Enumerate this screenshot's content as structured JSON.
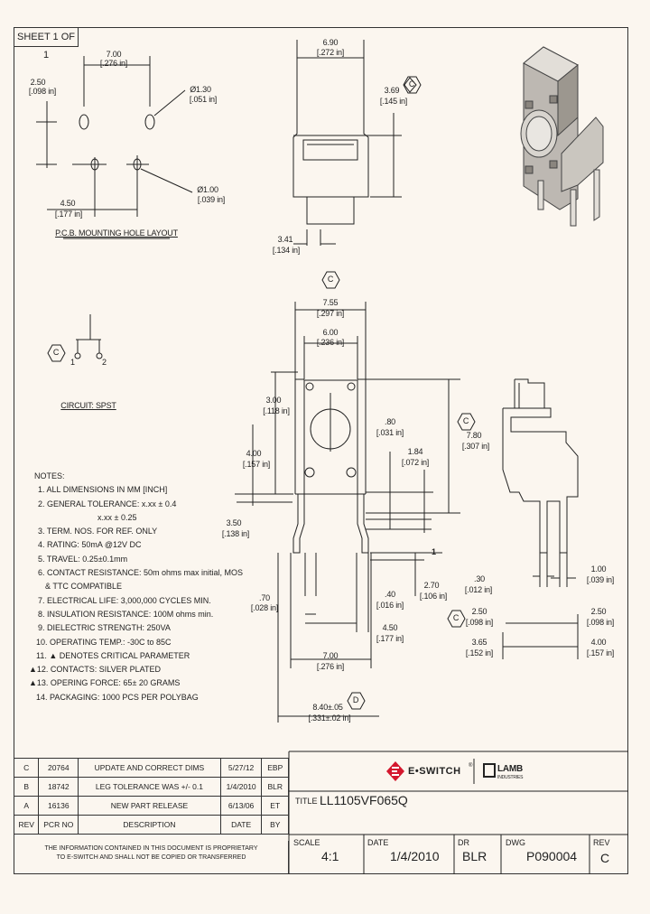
{
  "sheet": "SHEET 1 OF 1",
  "pcb": {
    "d700": "7.00",
    "d700i": "[.276 in]",
    "d250": "2.50",
    "d250i": "[.098 in]",
    "d130": "Ø1.30",
    "d130i": "[.051 in]",
    "d100": "Ø1.00",
    "d100i": "[.039 in]",
    "d450": "4.50",
    "d450i": "[.177 in]",
    "caption": "P.C.B. MOUNTING HOLE LAYOUT"
  },
  "side": {
    "d690": "6.90",
    "d690i": "[.272 in]",
    "d369": "3.69",
    "d369i": "[.145 in]",
    "d341": "3.41",
    "d341i": "[.134 in]"
  },
  "circuit": {
    "pin1": "1",
    "pin2": "2",
    "caption": "CIRCUIT: SPST"
  },
  "critical": "C",
  "datum_d": "D",
  "front": {
    "d755": "7.55",
    "d755i": "[.297 in]",
    "d600": "6.00",
    "d600i": "[.236 in]",
    "d300": "3.00",
    "d300i": "[.118 in]",
    "d400": "4.00",
    "d400i": "[.157 in]",
    "d350": "3.50",
    "d350i": "[.138 in]",
    "d080": ".80",
    "d080i": "[.031 in]",
    "d184": "1.84",
    "d184i": "[.072 in]",
    "d780": "7.80",
    "d780i": "[.307 in]",
    "d070": ".70",
    "d070i": "[.028 in]",
    "d040": ".40",
    "d040i": "[.016 in]",
    "d450": "4.50",
    "d450i": "[.177 in]",
    "d700": "7.00",
    "d700i": "[.276 in]",
    "d840": "8.40±.05",
    "d840i": "[.331±.02 in]",
    "d270": "2.70",
    "d270i": "[.106 in]",
    "one": "1"
  },
  "right": {
    "d030": ".30",
    "d030i": "[.012 in]",
    "d100": "1.00",
    "d100i": "[.039 in]",
    "d250a": "2.50",
    "d250ai": "[.098 in]",
    "d250b": "2.50",
    "d250bi": "[.098 in]",
    "d365": "3.65",
    "d365i": "[.152 in]",
    "d400": "4.00",
    "d400i": "[.157 in]"
  },
  "notes": [
    "NOTES:",
    "1. ALL DIMENSIONS IN MM [INCH]",
    "2. GENERAL TOLERANCE: x.xx ± 0.4",
    "x.xx ± 0.25",
    "3. TERM. NOS. FOR REF. ONLY",
    "4. RATING: 50mA @12V DC",
    "5. TRAVEL: 0.25±0.1mm",
    "6. CONTACT RESISTANCE: 50m ohms max initial, MOS",
    "& TTC COMPATIBLE",
    "7. ELECTRICAL LIFE: 3,000,000 CYCLES MIN.",
    "8. INSULATION RESISTANCE: 100M ohms min.",
    "9. DIELECTRIC STRENGTH: 250VA",
    "10. OPERATING TEMP.: -30C to 85C",
    "11. ▲ DENOTES CRITICAL PARAMETER",
    "▲12. CONTACTS: SILVER PLATED",
    "▲13. OPERING FORCE: 65± 20 GRAMS",
    "14. PACKAGING: 1000 PCS PER POLYBAG"
  ],
  "revisions": [
    {
      "rev": "C",
      "pcr": "20764",
      "desc": "UPDATE AND CORRECT DIMS",
      "date": "5/27/12",
      "by": "EBP"
    },
    {
      "rev": "B",
      "pcr": "18742",
      "desc": "LEG TOLERANCE WAS +/- 0.1",
      "date": "1/4/2010",
      "by": "BLR"
    },
    {
      "rev": "A",
      "pcr": "16136",
      "desc": "NEW PART RELEASE",
      "date": "6/13/06",
      "by": "ET"
    }
  ],
  "rev_header": {
    "rev": "REV",
    "pcr": "PCR NO",
    "desc": "DESCRIPTION",
    "date": "DATE",
    "by": "BY"
  },
  "confidential": [
    "THE INFORMATION CONTAINED IN THIS DOCUMENT IS PROPRIETARY",
    "TO E-SWITCH AND SHALL NOT BE COPIED OR TRANSFERRED"
  ],
  "brand": {
    "eswitch": "E•SWITCH",
    "reg": "®",
    "lamb": "LAMB",
    "lamb_sub": "INDUSTRIES",
    "accent": "#d4172e"
  },
  "title_block": {
    "title_label": "TITLE",
    "title": "LL1105VF065Q",
    "scale_label": "SCALE",
    "scale": "4:1",
    "date_label": "DATE",
    "date": "1/4/2010",
    "dr_label": "DR",
    "dr": "BLR",
    "dwg_label": "DWG",
    "dwg": "P090004",
    "rev_label": "REV",
    "rev": "C"
  }
}
